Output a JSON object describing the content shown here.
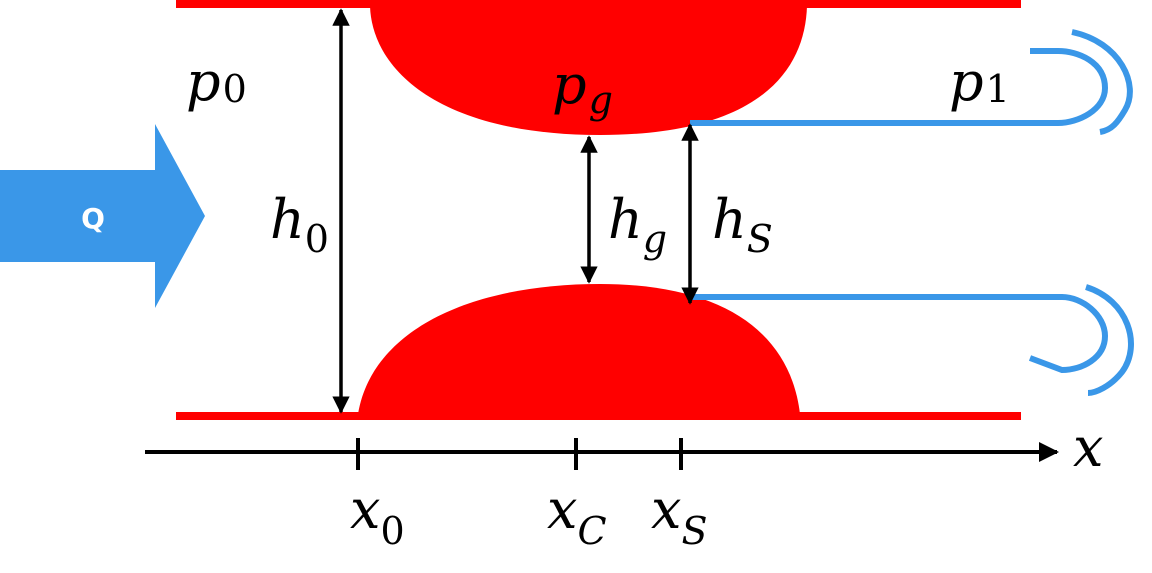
{
  "colors": {
    "wall": "#ff0000",
    "fluid": "#3a97e8",
    "line": "#000000",
    "qtext": "#ffffff"
  },
  "flow": {
    "label": "Q"
  },
  "pressures": {
    "inlet": {
      "symbol": "p",
      "sub": "0"
    },
    "gap": {
      "symbol": "p",
      "sub": "g"
    },
    "outlet": {
      "symbol": "p",
      "sub": "1"
    }
  },
  "heights": {
    "h0": {
      "symbol": "h",
      "sub": "0"
    },
    "hg": {
      "symbol": "h",
      "sub": "g"
    },
    "hs": {
      "symbol": "h",
      "sub": "S"
    }
  },
  "axis": {
    "label": "x",
    "ticks": [
      {
        "symbol": "x",
        "sub": "0"
      },
      {
        "symbol": "x",
        "sub": "C"
      },
      {
        "symbol": "x",
        "sub": "S"
      }
    ]
  }
}
